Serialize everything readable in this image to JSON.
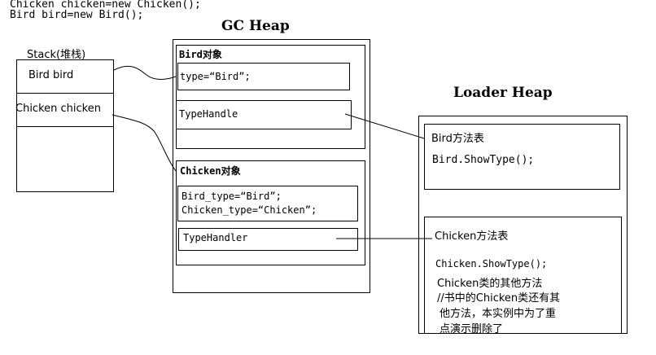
{
  "code": {
    "line1": "Chicken chicken=new Chicken();",
    "line2": "Bird bird=new Bird();"
  },
  "stack": {
    "title": "Stack(堆栈)",
    "bird_var": "Bird bird",
    "chicken_var": "Chicken chicken"
  },
  "gc_heap": {
    "title": "GC Heap",
    "bird_object": {
      "title": "Bird对象",
      "field": "type=“Bird”;",
      "type_handle": "TypeHandle"
    },
    "chicken_object": {
      "title": "Chicken对象",
      "field1": "Bird_type=“Bird”;",
      "field2": "Chicken_type=“Chicken”;",
      "type_handle": "TypeHandler"
    }
  },
  "loader_heap": {
    "title": "Loader Heap",
    "bird_method_table": {
      "title": "Bird方法表",
      "method": "Bird.ShowType();"
    },
    "chicken_method_table": {
      "title": "Chicken方法表",
      "method": "Chicken.ShowType();",
      "note1": "Chicken类的其他方法",
      "note2": "//书中的Chicken类还有其",
      "note3": "他方法，本实例中为了重",
      "note4": "点演示删除了"
    }
  }
}
